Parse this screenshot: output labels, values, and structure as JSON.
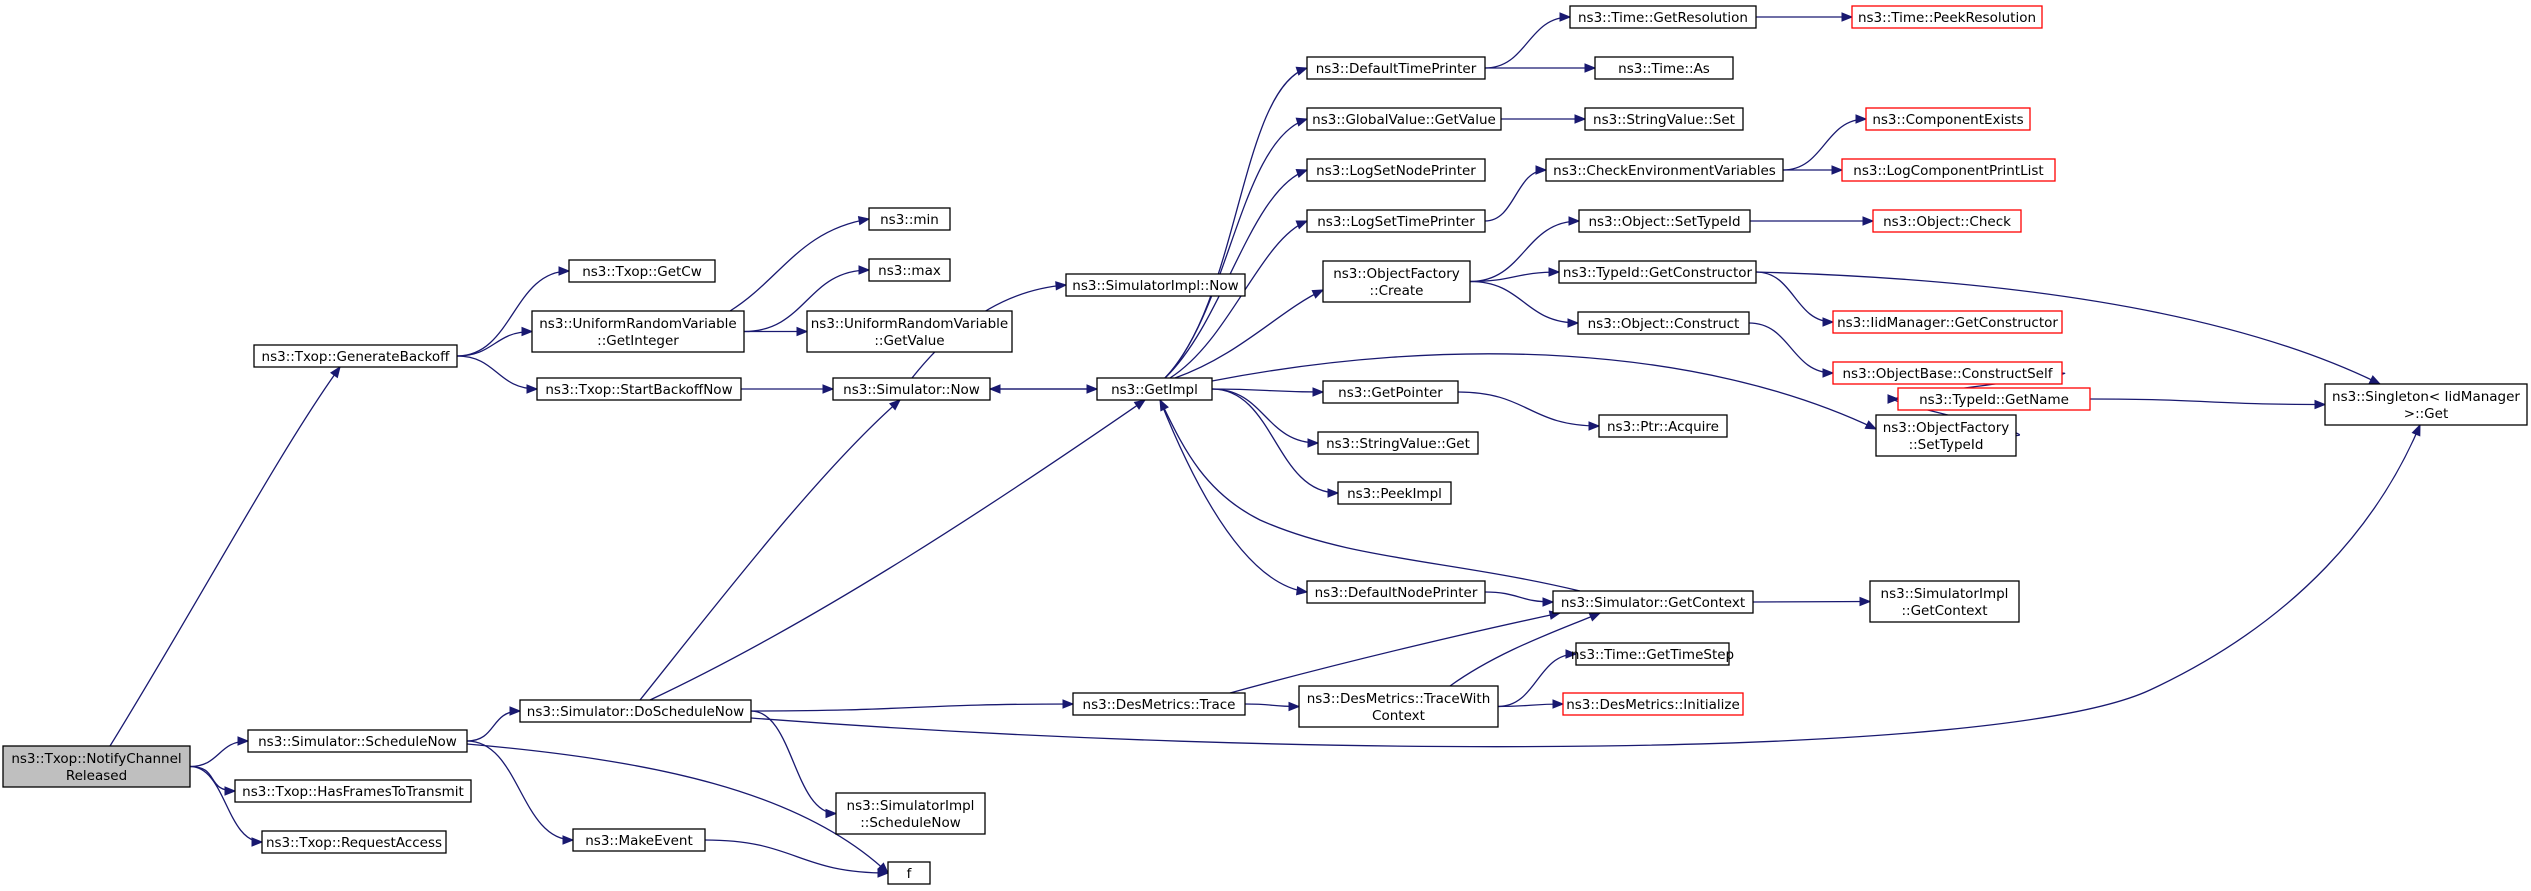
{
  "diagram": {
    "type": "call-graph",
    "root": "n0",
    "colors": {
      "root_fill": "#bfbfbf",
      "node_fill": "#ffffff",
      "normal_border": "#000000",
      "truncated_border": "#ff0000",
      "edge": "#191970"
    },
    "nodes": [
      {
        "id": "n0",
        "lines": [
          "ns3::Txop::NotifyChannel",
          "Released"
        ],
        "style": "root"
      },
      {
        "id": "n1",
        "lines": [
          "ns3::Txop::GenerateBackoff"
        ],
        "style": "normal"
      },
      {
        "id": "n2",
        "lines": [
          "ns3::Txop::GetCw"
        ],
        "style": "normal"
      },
      {
        "id": "n3",
        "lines": [
          "ns3::UniformRandomVariable",
          "::GetInteger"
        ],
        "style": "normal"
      },
      {
        "id": "n4",
        "lines": [
          "ns3::min"
        ],
        "style": "normal"
      },
      {
        "id": "n5",
        "lines": [
          "ns3::max"
        ],
        "style": "normal"
      },
      {
        "id": "n6",
        "lines": [
          "ns3::UniformRandomVariable",
          "::GetValue"
        ],
        "style": "normal"
      },
      {
        "id": "n7",
        "lines": [
          "ns3::Txop::StartBackoffNow"
        ],
        "style": "normal"
      },
      {
        "id": "n8",
        "lines": [
          "ns3::Simulator::Now"
        ],
        "style": "normal"
      },
      {
        "id": "n9",
        "lines": [
          "ns3::SimulatorImpl::Now"
        ],
        "style": "normal"
      },
      {
        "id": "n10",
        "lines": [
          "ns3::GetImpl"
        ],
        "style": "normal"
      },
      {
        "id": "n11",
        "lines": [
          "ns3::DefaultTimePrinter"
        ],
        "style": "normal"
      },
      {
        "id": "n12",
        "lines": [
          "ns3::Time::GetResolution"
        ],
        "style": "normal"
      },
      {
        "id": "n13",
        "lines": [
          "ns3::Time::PeekResolution"
        ],
        "style": "truncated"
      },
      {
        "id": "n14",
        "lines": [
          "ns3::Time::As"
        ],
        "style": "normal"
      },
      {
        "id": "n15",
        "lines": [
          "ns3::GlobalValue::GetValue"
        ],
        "style": "normal"
      },
      {
        "id": "n16",
        "lines": [
          "ns3::StringValue::Set"
        ],
        "style": "normal"
      },
      {
        "id": "n17",
        "lines": [
          "ns3::LogSetNodePrinter"
        ],
        "style": "normal"
      },
      {
        "id": "n18",
        "lines": [
          "ns3::CheckEnvironmentVariables"
        ],
        "style": "normal"
      },
      {
        "id": "n19",
        "lines": [
          "ns3::ComponentExists"
        ],
        "style": "truncated"
      },
      {
        "id": "n20",
        "lines": [
          "ns3::LogComponentPrintList"
        ],
        "style": "truncated"
      },
      {
        "id": "n21",
        "lines": [
          "ns3::LogSetTimePrinter"
        ],
        "style": "normal"
      },
      {
        "id": "n22",
        "lines": [
          "ns3::Object::SetTypeId"
        ],
        "style": "normal"
      },
      {
        "id": "n23",
        "lines": [
          "ns3::Object::Check"
        ],
        "style": "truncated"
      },
      {
        "id": "n24",
        "lines": [
          "ns3::ObjectFactory",
          "::Create"
        ],
        "style": "normal"
      },
      {
        "id": "n25",
        "lines": [
          "ns3::TypeId::GetConstructor"
        ],
        "style": "normal"
      },
      {
        "id": "n26",
        "lines": [
          "ns3::IidManager::GetConstructor"
        ],
        "style": "truncated"
      },
      {
        "id": "n27",
        "lines": [
          "ns3::Object::Construct"
        ],
        "style": "normal"
      },
      {
        "id": "n28",
        "lines": [
          "ns3::ObjectBase::ConstructSelf"
        ],
        "style": "truncated"
      },
      {
        "id": "n29",
        "lines": [
          "ns3::TypeId::GetName"
        ],
        "style": "truncated"
      },
      {
        "id": "n30",
        "lines": [
          "ns3::Singleton< IidManager",
          ">::Get"
        ],
        "style": "normal"
      },
      {
        "id": "n31",
        "lines": [
          "ns3::GetPointer"
        ],
        "style": "normal"
      },
      {
        "id": "n32",
        "lines": [
          "ns3::Ptr::Acquire"
        ],
        "style": "normal"
      },
      {
        "id": "n33",
        "lines": [
          "ns3::StringValue::Get"
        ],
        "style": "normal"
      },
      {
        "id": "n34",
        "lines": [
          "ns3::ObjectFactory",
          "::SetTypeId"
        ],
        "style": "normal"
      },
      {
        "id": "n35",
        "lines": [
          "ns3::PeekImpl"
        ],
        "style": "normal"
      },
      {
        "id": "n36",
        "lines": [
          "ns3::DefaultNodePrinter"
        ],
        "style": "normal"
      },
      {
        "id": "n37",
        "lines": [
          "ns3::Simulator::GetContext"
        ],
        "style": "normal"
      },
      {
        "id": "n38",
        "lines": [
          "ns3::SimulatorImpl",
          "::GetContext"
        ],
        "style": "normal"
      },
      {
        "id": "n39",
        "lines": [
          "ns3::Time::GetTimeStep"
        ],
        "style": "normal"
      },
      {
        "id": "n40",
        "lines": [
          "ns3::DesMetrics::Trace"
        ],
        "style": "normal"
      },
      {
        "id": "n41",
        "lines": [
          "ns3::DesMetrics::TraceWith",
          "Context"
        ],
        "style": "normal"
      },
      {
        "id": "n42",
        "lines": [
          "ns3::DesMetrics::Initialize"
        ],
        "style": "truncated"
      },
      {
        "id": "n43",
        "lines": [
          "ns3::Simulator::DoScheduleNow"
        ],
        "style": "normal"
      },
      {
        "id": "n44",
        "lines": [
          "ns3::Simulator::ScheduleNow"
        ],
        "style": "normal"
      },
      {
        "id": "n45",
        "lines": [
          "ns3::Txop::HasFramesToTransmit"
        ],
        "style": "normal"
      },
      {
        "id": "n46",
        "lines": [
          "ns3::Txop::RequestAccess"
        ],
        "style": "normal"
      },
      {
        "id": "n47",
        "lines": [
          "ns3::SimulatorImpl",
          "::ScheduleNow"
        ],
        "style": "normal"
      },
      {
        "id": "n48",
        "lines": [
          "ns3::MakeEvent"
        ],
        "style": "normal"
      },
      {
        "id": "n49",
        "lines": [
          "f"
        ],
        "style": "normal"
      }
    ],
    "edges": [
      [
        "n0",
        "n1"
      ],
      [
        "n0",
        "n44"
      ],
      [
        "n0",
        "n45"
      ],
      [
        "n0",
        "n46"
      ],
      [
        "n1",
        "n2"
      ],
      [
        "n1",
        "n3"
      ],
      [
        "n1",
        "n7"
      ],
      [
        "n3",
        "n4"
      ],
      [
        "n3",
        "n5"
      ],
      [
        "n3",
        "n6"
      ],
      [
        "n7",
        "n8"
      ],
      [
        "n8",
        "n9"
      ],
      [
        "n8",
        "n10"
      ],
      [
        "n10",
        "n11"
      ],
      [
        "n10",
        "n15"
      ],
      [
        "n10",
        "n17"
      ],
      [
        "n10",
        "n21"
      ],
      [
        "n10",
        "n24"
      ],
      [
        "n10",
        "n31"
      ],
      [
        "n10",
        "n33"
      ],
      [
        "n10",
        "n34"
      ],
      [
        "n10",
        "n35"
      ],
      [
        "n10",
        "n36"
      ],
      [
        "n10",
        "n8"
      ],
      [
        "n11",
        "n12"
      ],
      [
        "n11",
        "n14"
      ],
      [
        "n12",
        "n13"
      ],
      [
        "n15",
        "n16"
      ],
      [
        "n21",
        "n18"
      ],
      [
        "n18",
        "n19"
      ],
      [
        "n18",
        "n20"
      ],
      [
        "n24",
        "n22"
      ],
      [
        "n24",
        "n25"
      ],
      [
        "n24",
        "n27"
      ],
      [
        "n22",
        "n23"
      ],
      [
        "n25",
        "n26"
      ],
      [
        "n25",
        "n30"
      ],
      [
        "n27",
        "n28"
      ],
      [
        "n28",
        "n29"
      ],
      [
        "n29",
        "n30"
      ],
      [
        "n31",
        "n32"
      ],
      [
        "n34",
        "n29"
      ],
      [
        "n36",
        "n37"
      ],
      [
        "n37",
        "n10"
      ],
      [
        "n37",
        "n38"
      ],
      [
        "n40",
        "n37"
      ],
      [
        "n40",
        "n41"
      ],
      [
        "n41",
        "n37"
      ],
      [
        "n41",
        "n39"
      ],
      [
        "n41",
        "n42"
      ],
      [
        "n43",
        "n8"
      ],
      [
        "n43",
        "n10"
      ],
      [
        "n43",
        "n40"
      ],
      [
        "n43",
        "n47"
      ],
      [
        "n43",
        "n30"
      ],
      [
        "n44",
        "n43"
      ],
      [
        "n44",
        "n48"
      ],
      [
        "n44",
        "n49"
      ],
      [
        "n48",
        "n49"
      ]
    ]
  }
}
